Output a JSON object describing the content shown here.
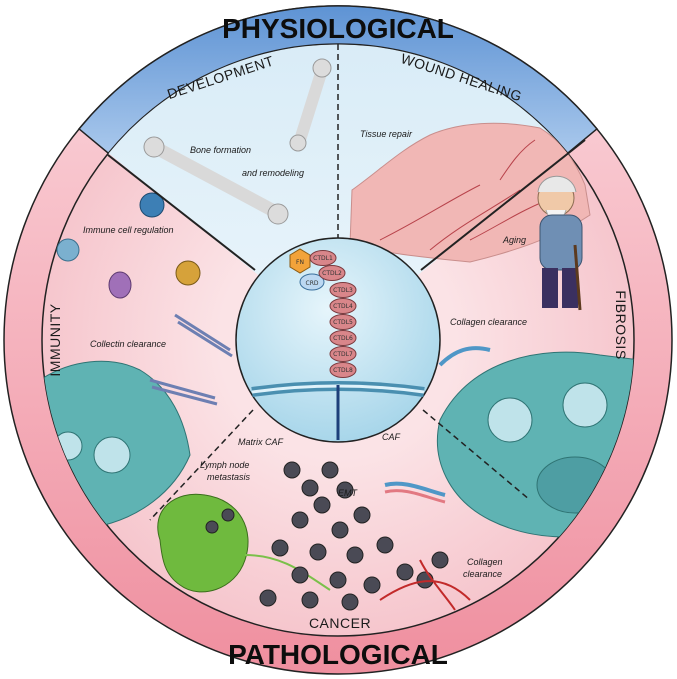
{
  "ring": {
    "top_title": "PHYSIOLOGICAL",
    "bottom_title": "PATHOLOGICAL"
  },
  "sectors": {
    "development": "DEVELOPMENT",
    "wound_healing": "WOUND HEALING",
    "immunity": "IMMUNITY",
    "fibrosis": "FIBROSIS",
    "cancer": "CANCER"
  },
  "labels": {
    "bone_formation": "Bone formation",
    "and_remodeling": "and remodeling",
    "tissue_repair": "Tissue repair",
    "aging": "Aging",
    "immune_cell_regulation": "Immune cell regulation",
    "collectin_clearance": "Collectin clearance",
    "collagen_clearance_top": "Collagen clearance",
    "matrix_caf": "Matrix CAF",
    "caf": "CAF",
    "emt": "EMT",
    "lymph_node": "Lymph node",
    "metastasis": "metastasis",
    "collagen": "Collagen",
    "clearance": "clearance"
  },
  "receptor": {
    "fn": "FN",
    "crd": "CRD",
    "domains": [
      "CTDL1",
      "CTDL2",
      "CTDL3",
      "CTDL4",
      "CTDL5",
      "CTDL6",
      "CTDL7",
      "CTDL8"
    ]
  },
  "colors": {
    "physiological": "#6f9fd8",
    "pathological": "#f2a7b2",
    "center": "#c7e6f3",
    "ctld": "#d9868a",
    "fn": "#f2a33a",
    "crd": "#bcd8f2",
    "tumor_cell": "#4a4a55",
    "lymph_node": "#6fba3e"
  }
}
